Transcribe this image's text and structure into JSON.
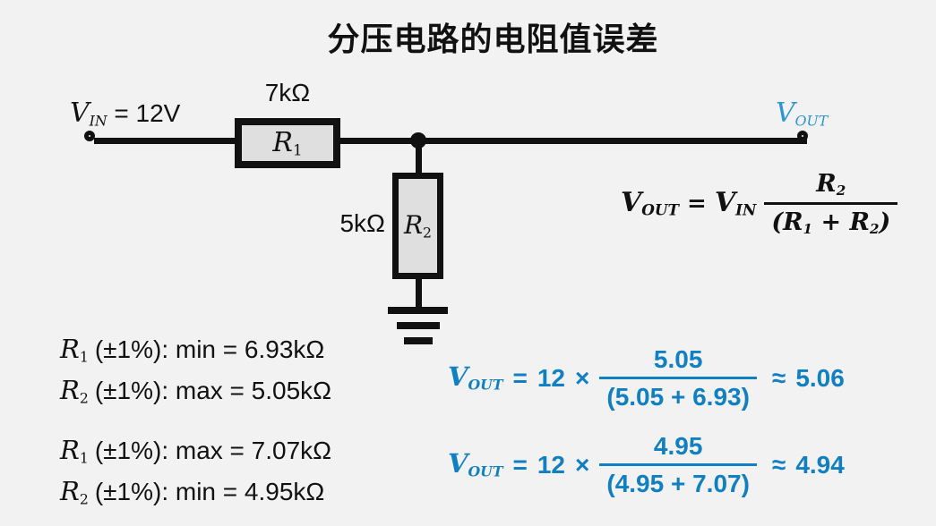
{
  "title": "分压电路的电阻值误差",
  "colors": {
    "background": "#f2f2f2",
    "ink": "#111111",
    "vout_label_blue": "#2e96d1",
    "calc_blue": "#1180c2",
    "resistor_fill": "#dfdfdf"
  },
  "circuit": {
    "vin": {
      "var": "V",
      "sub": "IN",
      "value": "= 12V"
    },
    "vout": {
      "var": "V",
      "sub": "OUT"
    },
    "r1": {
      "var": "R",
      "sub": "1",
      "value": "7kΩ"
    },
    "r2": {
      "var": "R",
      "sub": "2",
      "value": "5kΩ"
    }
  },
  "formula": {
    "lhs_var": "V",
    "lhs_sub": "OUT",
    "equals": "=",
    "rhs_var": "V",
    "rhs_sub": "IN",
    "num_var": "R",
    "num_sub": "2",
    "den_open": "(",
    "den_var1": "R",
    "den_sub1": "1",
    "den_plus": " + ",
    "den_var2": "R",
    "den_sub2": "2",
    "den_close": ")"
  },
  "tolerances": [
    {
      "var": "R",
      "sub": "1",
      "text": "(±1%): min = 6.93kΩ"
    },
    {
      "var": "R",
      "sub": "2",
      "text": "(±1%): max = 5.05kΩ"
    },
    {
      "var": "R",
      "sub": "1",
      "text": "(±1%): max = 7.07kΩ"
    },
    {
      "var": "R",
      "sub": "2",
      "text": "(±1%): min = 4.95kΩ"
    }
  ],
  "calculations": [
    {
      "var": "V",
      "sub": "OUT",
      "equals": "=",
      "vin": "12",
      "times": "×",
      "num": "5.05",
      "den": "(5.05 + 6.93)",
      "approx": "≈",
      "result": "5.06"
    },
    {
      "var": "V",
      "sub": "OUT",
      "equals": "=",
      "vin": "12",
      "times": "×",
      "num": "4.95",
      "den": "(4.95 + 7.07)",
      "approx": "≈",
      "result": "4.94"
    }
  ]
}
